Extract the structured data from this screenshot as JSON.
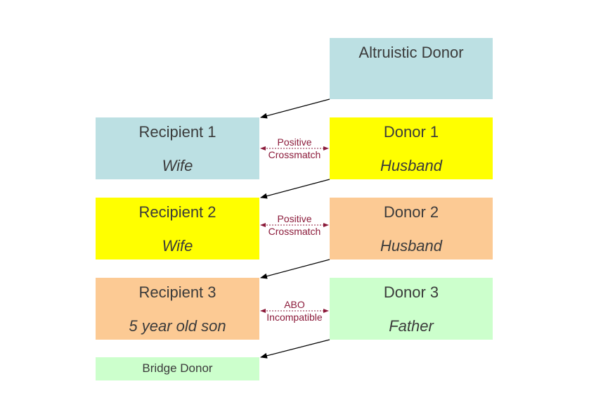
{
  "altruistic_donor": {
    "title": "Altruistic Donor"
  },
  "pairs": [
    {
      "recipient": {
        "title": "Recipient 1",
        "relation": "Wife"
      },
      "donor": {
        "title": "Donor 1",
        "relation": "Husband"
      },
      "link": {
        "line1": "Positive",
        "line2": "Crossmatch"
      }
    },
    {
      "recipient": {
        "title": "Recipient 2",
        "relation": "Wife"
      },
      "donor": {
        "title": "Donor 2",
        "relation": "Husband"
      },
      "link": {
        "line1": "Positive",
        "line2": "Crossmatch"
      }
    },
    {
      "recipient": {
        "title": "Recipient 3",
        "relation": "5 year old son"
      },
      "donor": {
        "title": "Donor 3",
        "relation": "Father"
      },
      "link": {
        "line1": "ABO",
        "line2": "Incompatible"
      }
    }
  ],
  "bridge_donor": {
    "title": "Bridge Donor"
  },
  "colors": {
    "blue": "#bce0e3",
    "yellow": "#ffff00",
    "orange": "#fcca94",
    "green": "#ccffcc",
    "link_label": "#8b1a3a",
    "arrow": "#000000"
  }
}
